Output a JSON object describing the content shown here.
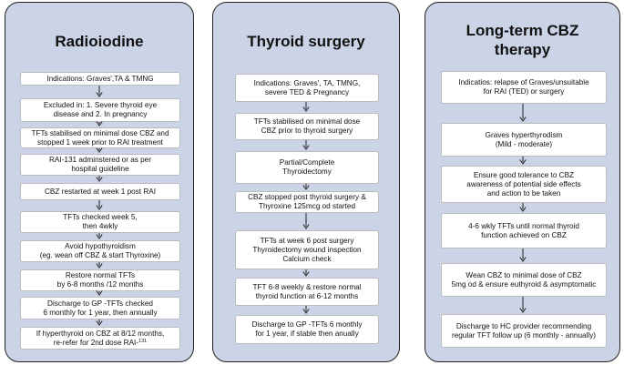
{
  "panels": [
    {
      "title_lines": [
        "Radioiodine"
      ],
      "boxes": [
        {
          "lines": [
            "Indications: Graves',TA & TMNG"
          ]
        },
        {
          "lines": [
            "Excluded in: 1. Severe thyroid eye",
            "disease and 2. In pregnancy"
          ]
        },
        {
          "lines": [
            "TFTs stabilised on minimal dose CBZ and",
            "stopped 1 week prior to RAI treatment"
          ]
        },
        {
          "lines": [
            "RAI-131 adminstered or as per",
            "hospital guideline"
          ]
        },
        {
          "lines": [
            "CBZ restarted at week 1 post RAI"
          ]
        },
        {
          "lines": [
            "TFTs checked week 5,",
            "then 4wkly"
          ]
        },
        {
          "lines": [
            "Avoid hypothyroidism",
            "(eg. wean off CBZ & start Thyroxine)"
          ]
        },
        {
          "lines": [
            "Restore normal TFTs",
            "by 6-8 months /12 months"
          ]
        },
        {
          "lines": [
            "Discharge to GP -TFTs checked",
            "6  monthly for 1 year, then annually"
          ]
        },
        {
          "lines": [
            "If hyperthyroid on CBZ at 8/12 months,",
            "re-refer for 2nd dose RAI-"
          ],
          "sup": "131"
        }
      ]
    },
    {
      "title_lines": [
        "Thyroid surgery"
      ],
      "boxes": [
        {
          "lines": [
            "Indications: Graves', TA, TMNG,",
            "severe TED & Pregnancy"
          ]
        },
        {
          "lines": [
            "TFTs stabilised on minimal dose",
            "CBZ prior to thyroid surgery"
          ]
        },
        {
          "lines": [
            "Partial/Complete",
            "Thyroidectomy"
          ]
        },
        {
          "lines": [
            "CBZ stopped post thyroid surgery &",
            "Thyroxine 125mcg od started"
          ]
        },
        {
          "lines": [
            "TFTs at week 6 post surgery",
            "Thyroidectomy wound inspection",
            "Calcium check"
          ]
        },
        {
          "lines": [
            "TFT 6-8 weekly & restore normal",
            "thyroid function at 6-12 months"
          ]
        },
        {
          "lines": [
            "Discharge to GP -TFTs 6 monthly",
            "for 1 year, if stable then anually"
          ]
        }
      ]
    },
    {
      "title_lines": [
        "Long-term CBZ",
        "therapy"
      ],
      "boxes": [
        {
          "lines": [
            "Indicatios: relapse of Graves/unsuitable",
            "for RAI (TED) or surgery"
          ]
        },
        {
          "lines": [
            "Graves hyperthyrodism",
            "(Mild - moderate)"
          ]
        },
        {
          "lines": [
            "Ensure good tolerance to CBZ",
            "awareness of potential side effects",
            "and action to be taken"
          ]
        },
        {
          "lines": [
            "4-6 wkly TFTs until normal thyroid",
            "function achieved on CBZ"
          ]
        },
        {
          "lines": [
            "Wean CBZ to minimal dose of CBZ",
            "5mg od & ensure euthyroid & asymptomatic"
          ]
        },
        {
          "lines": [
            "Discharge to HC provider recommending",
            "regular TFT follow up (6 monthly - annually)"
          ]
        }
      ]
    }
  ]
}
